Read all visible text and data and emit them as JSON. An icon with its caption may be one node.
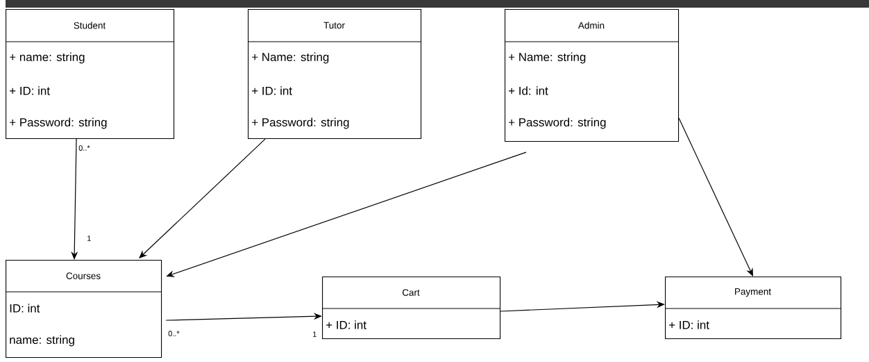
{
  "diagram": {
    "nodes": [
      {
        "text": [
          "Student",
          "+ name: string",
          "+ ID: int",
          "+ Password: string"
        ]
      },
      {
        "text": [
          "Tutor",
          "+ Name: string",
          "+ ID: int",
          "+ Password: string"
        ]
      },
      {
        "text": [
          "Admin",
          "+ Name: string",
          "+ Id: int",
          "+ Password: string"
        ]
      },
      {
        "text": [
          "Courses",
          "ID: int",
          "name: string"
        ]
      },
      {
        "text": [
          "Cart",
          "+ ID: int"
        ]
      },
      {
        "text": [
          "Payment",
          "+ ID: int"
        ]
      }
    ],
    "edges": [
      {
        "from": 0,
        "to": 3,
        "arrow": "to"
      },
      {
        "from": 1,
        "to": 3,
        "arrow": "to"
      },
      {
        "from": 2,
        "to": 3,
        "arrow": "to"
      },
      {
        "from": 2,
        "to": 5,
        "arrow": "to"
      },
      {
        "from": 3,
        "to": 4,
        "arrow": "to"
      },
      {
        "from": 4,
        "to": 5,
        "arrow": "to"
      }
    ],
    "labels": [
      "0..*",
      "1",
      "0..*",
      "1"
    ]
  }
}
